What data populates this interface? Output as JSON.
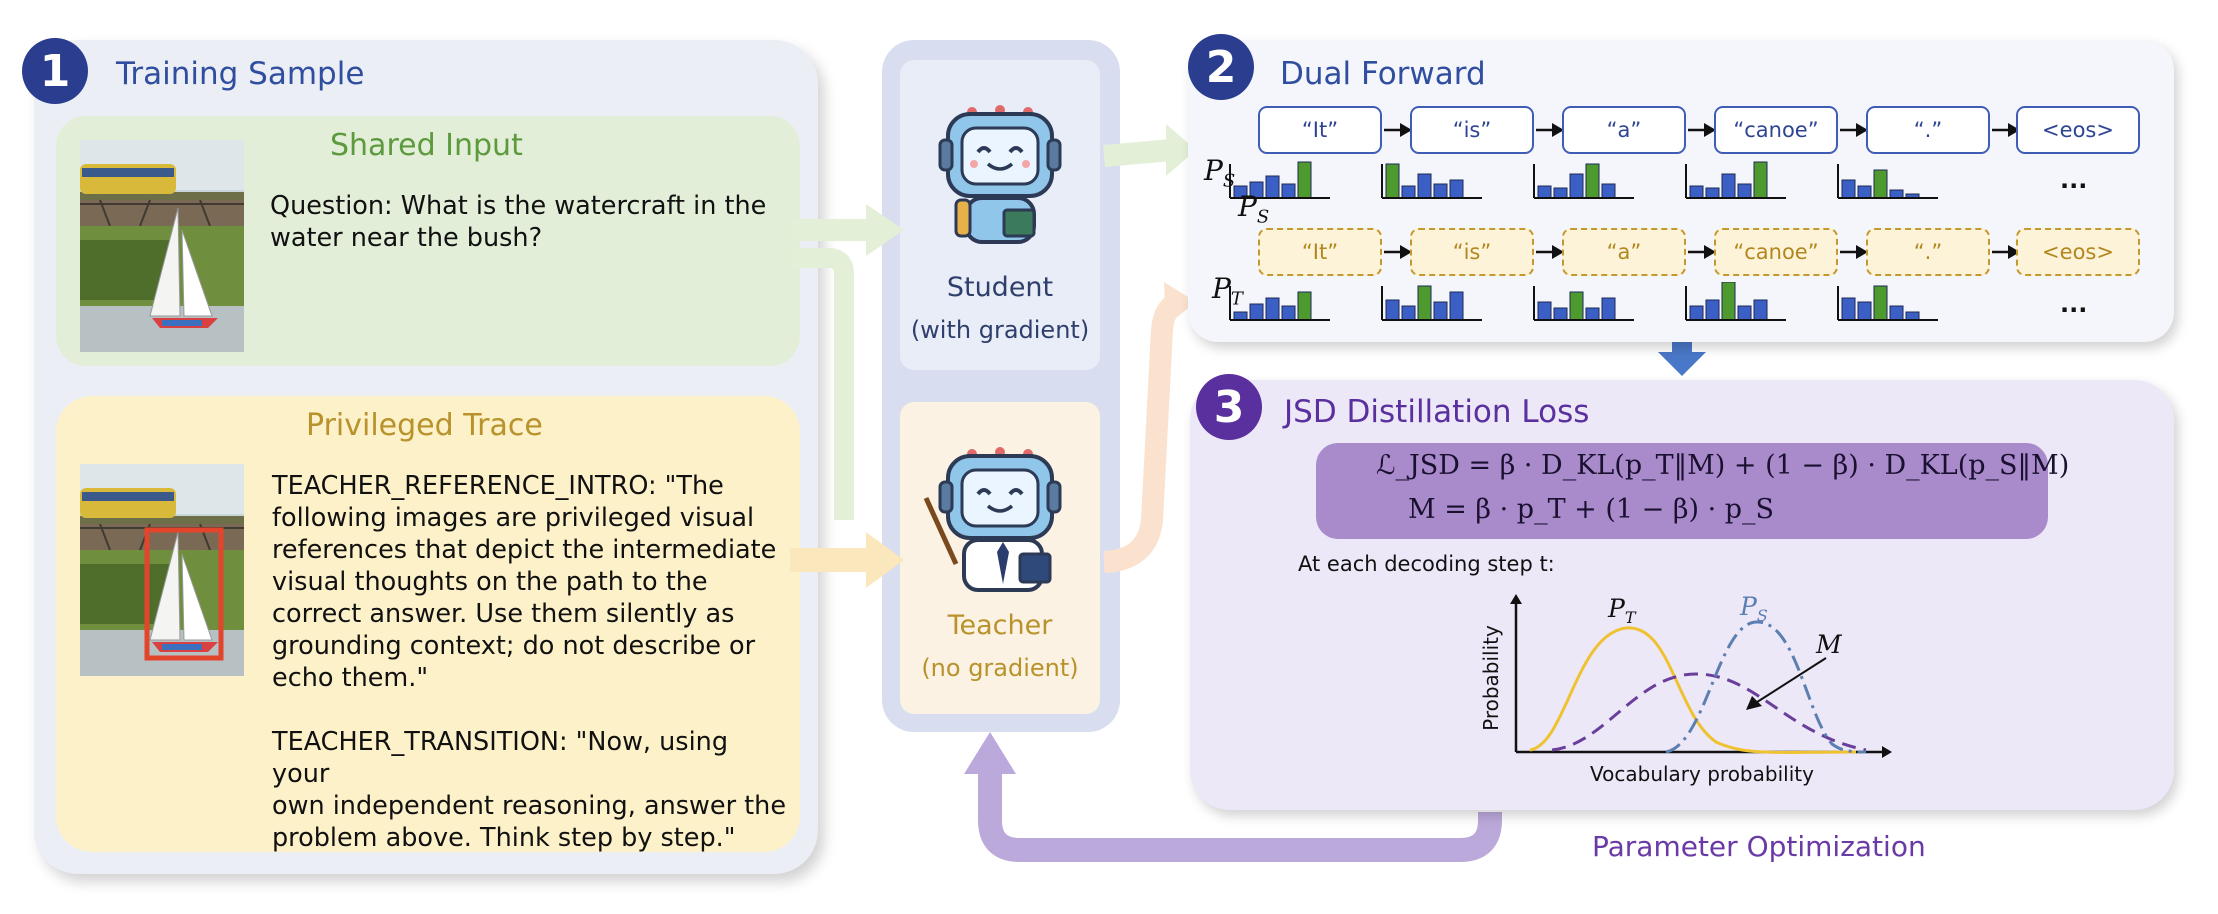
{
  "section1": {
    "number": "1",
    "title": "Training Sample"
  },
  "shared_input": {
    "title": "Shared Input",
    "question_line1": "Question: What is the watercraft in the",
    "question_line2": "water near the bush?"
  },
  "privileged_trace": {
    "title": "Privileged Trace",
    "lines": [
      "TEACHER_REFERENCE_INTRO: \"The",
      "following images are privileged visual",
      "references that depict the intermediate",
      "visual thoughts on the path to the",
      "correct answer. Use them silently as",
      "grounding context; do not describe or",
      "echo them.\""
    ],
    "transition_lines": [
      "TEACHER_TRANSITION: \"Now, using your",
      "own independent reasoning, answer the",
      "problem above. Think step by step.\""
    ]
  },
  "student": {
    "label": "Student",
    "sublabel": "(with gradient)"
  },
  "teacher": {
    "label": "Teacher",
    "sublabel": "(no gradient)"
  },
  "section2": {
    "number": "2",
    "title": "Dual Forward"
  },
  "tokens": [
    "“It”",
    "“is”",
    "“a”",
    "“canoe”",
    "“.”",
    "<eos>"
  ],
  "dist_labels": {
    "p_s": "P",
    "p_s_sub": "S",
    "p_t": "P",
    "p_t_sub": "T",
    "ellipsis": "..."
  },
  "section3": {
    "number": "3",
    "title": "JSD Distillation Loss"
  },
  "formula": {
    "line1": "ℒ_JSD = β · D_KL(p_T‖M) + (1 − β) · D_KL(p_S‖M)",
    "line2": "M = β · p_T + (1 − β) · p_S"
  },
  "decoding_text": "At each decoding step t:",
  "curve_plot": {
    "ylabel": "Probability",
    "xlabel": "Vocabulary probability",
    "label_pt": "P",
    "label_pt_sub": "T",
    "label_ps": "P",
    "label_ps_sub": "S",
    "label_m": "M"
  },
  "optimization_label": "Parameter Optimization",
  "colors": {
    "blue_badge": "#2b3d8f",
    "purple_badge": "#5a2f9e",
    "student_blue": "#3f5db5",
    "teacher_gold": "#c39a2f",
    "bar_blue": "#3b5fc4",
    "bar_green": "#4e9a2e",
    "curve_pt": "#efc232",
    "curve_ps": "#5c7fb2",
    "curve_m": "#6a3e9a"
  }
}
